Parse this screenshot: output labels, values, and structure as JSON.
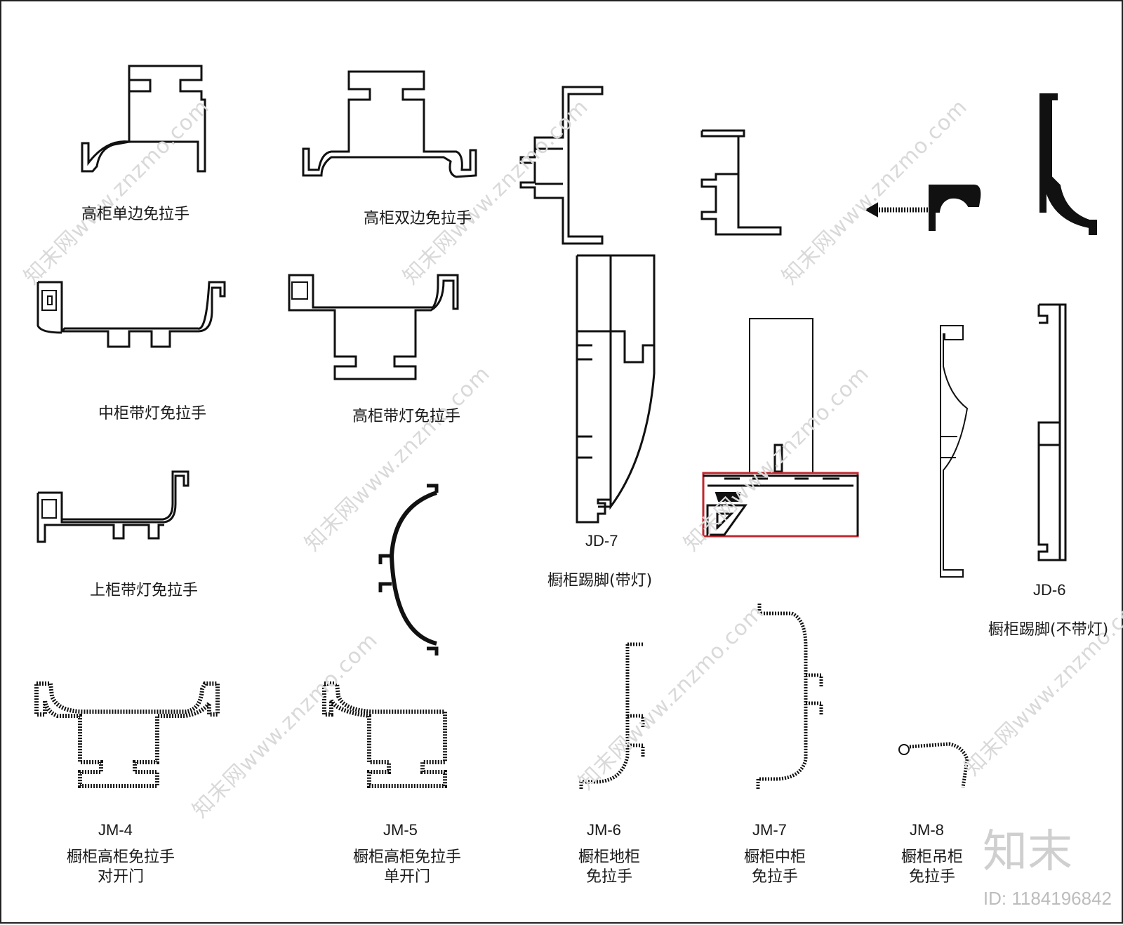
{
  "profiles": [
    {
      "name": "高柜单边免拉手"
    },
    {
      "name": "高柜双边免拉手"
    },
    {
      "name": "中柜带灯免拉手"
    },
    {
      "name": "高柜带灯免拉手"
    },
    {
      "name": "上柜带灯免拉手"
    },
    {
      "code": "JD-7",
      "name": "橱柜踢脚(带灯)"
    },
    {
      "code": "JD-6",
      "name": "橱柜踢脚(不带灯)"
    },
    {
      "code": "JM-4",
      "name": "橱柜高柜免拉手",
      "sub": "对开门"
    },
    {
      "code": "JM-5",
      "name": "橱柜高柜免拉手",
      "sub": "单开门"
    },
    {
      "code": "JM-6",
      "name": "橱柜地柜",
      "sub": "免拉手"
    },
    {
      "code": "JM-7",
      "name": "橱柜中柜",
      "sub": "免拉手"
    },
    {
      "code": "JM-8",
      "name": "橱柜吊柜",
      "sub": "免拉手"
    }
  ],
  "watermark": {
    "text": "知末网www.znzmo.com",
    "brand": "知末",
    "id_text": "ID: 1184196842"
  },
  "colors": {
    "line": "#111111",
    "highlight": "#c0282f",
    "watermark": "#d9d9d9"
  }
}
